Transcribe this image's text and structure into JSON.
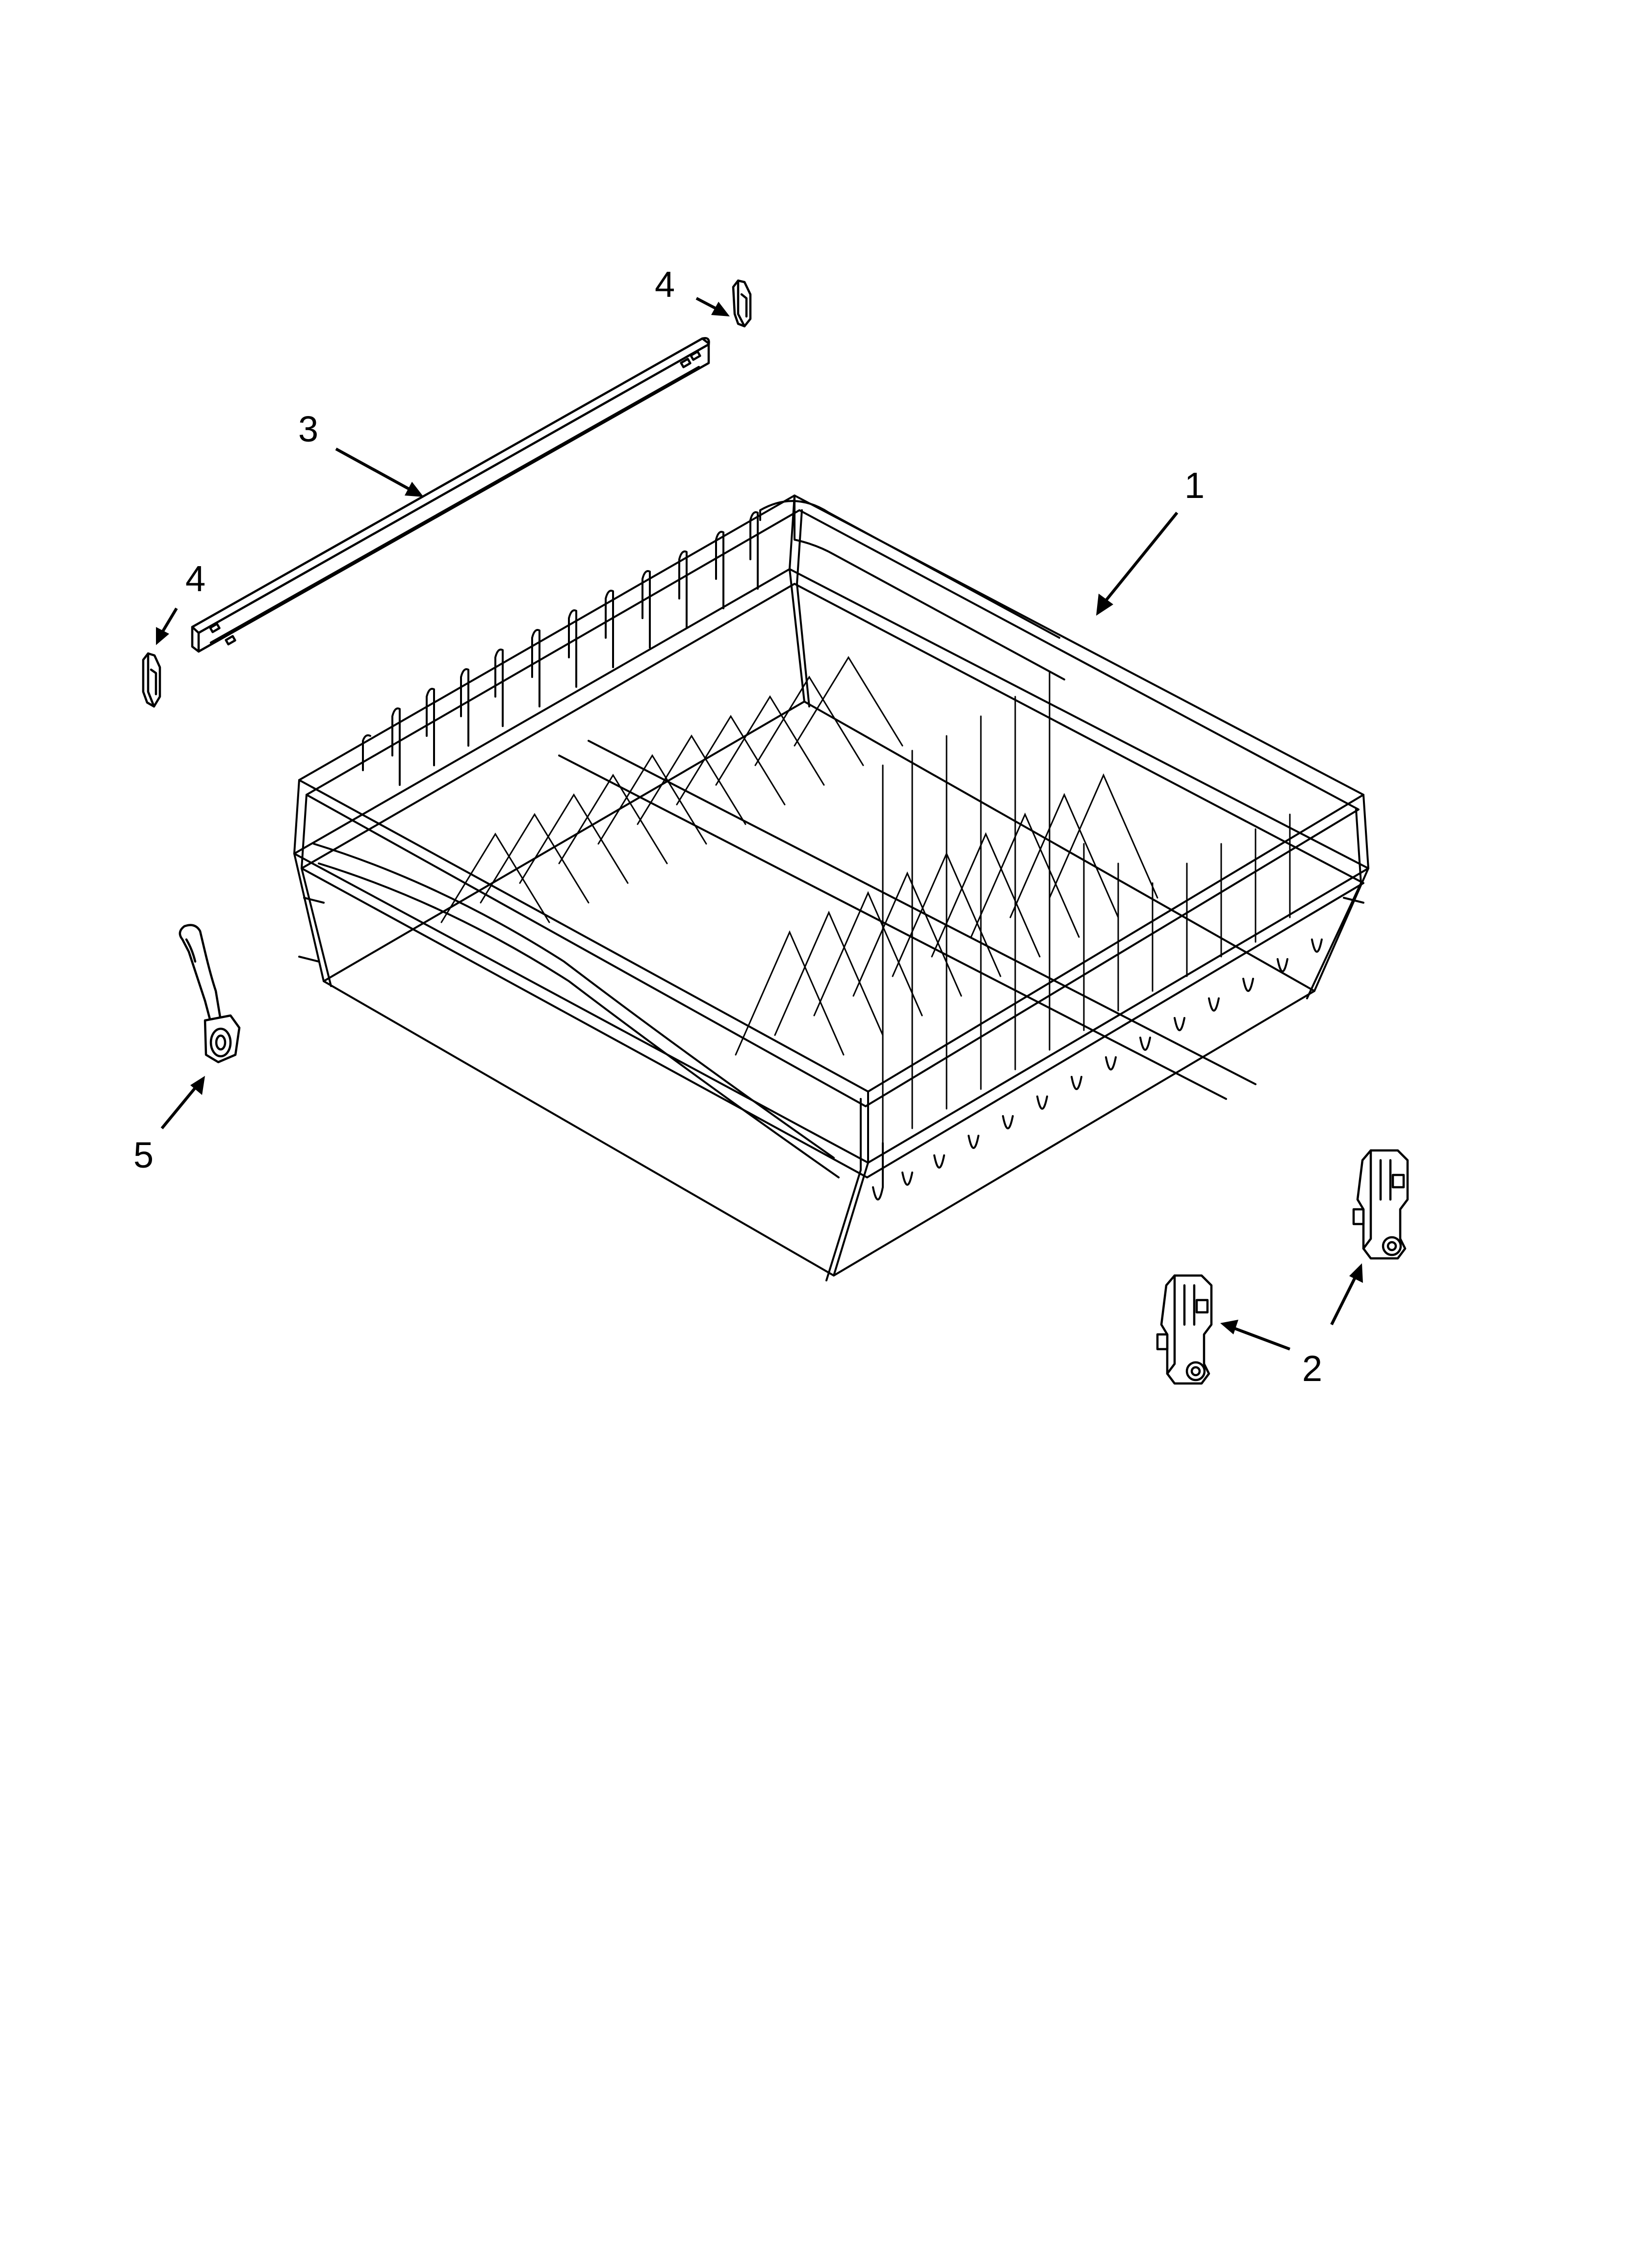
{
  "diagram": {
    "callouts": [
      {
        "id": "callout-1",
        "label": "1"
      },
      {
        "id": "callout-2",
        "label": "2"
      },
      {
        "id": "callout-3",
        "label": "3"
      },
      {
        "id": "callout-4a",
        "label": "4"
      },
      {
        "id": "callout-4b",
        "label": "4"
      },
      {
        "id": "callout-5",
        "label": "5"
      }
    ],
    "parts": [
      {
        "name": "upper-dishrack",
        "callout": "1"
      },
      {
        "name": "rack-adjuster",
        "callout": "2",
        "count": 2
      },
      {
        "name": "rack-rail",
        "callout": "3"
      },
      {
        "name": "rail-end-cap",
        "callout": "4",
        "count": 2
      },
      {
        "name": "rack-roller-clip",
        "callout": "5"
      }
    ],
    "line_color": "#000000",
    "background_color": "#ffffff"
  }
}
